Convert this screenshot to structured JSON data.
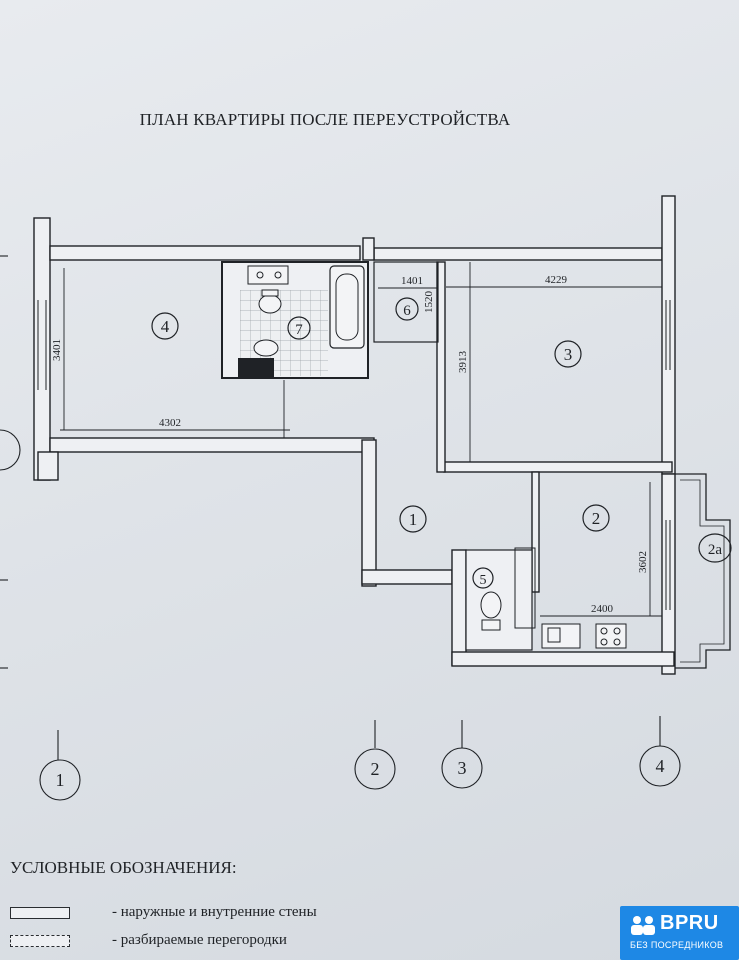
{
  "title": "ПЛАН КВАРТИРЫ ПОСЛЕ ПЕРЕУСТРОЙСТВА",
  "rooms": {
    "r1": "1",
    "r2": "2",
    "r2a": "2а",
    "r3": "3",
    "r4": "4",
    "r5": "5",
    "r6": "6",
    "r7": "7"
  },
  "dimensions": {
    "d1401": "1401",
    "d1520": "1520",
    "d4229": "4229",
    "d3401": "3401",
    "d3913": "3913",
    "d4302": "4302",
    "d3602": "3602",
    "d2400": "2400"
  },
  "axes": {
    "a1": "1",
    "a2": "2",
    "a3": "3",
    "a4": "4"
  },
  "legend": {
    "title": "УСЛОВНЫЕ ОБОЗНАЧЕНИЯ:",
    "walls": "- наружные и внутренние стены",
    "partitions": "- разбираемые перегородки"
  },
  "badge": {
    "name": "BPRU",
    "sub": "БЕЗ ПОСРЕДНИКОВ"
  },
  "colors": {
    "ink": "#1f2226",
    "paper": "#e3e6ea",
    "badge": "#1e88e5"
  }
}
